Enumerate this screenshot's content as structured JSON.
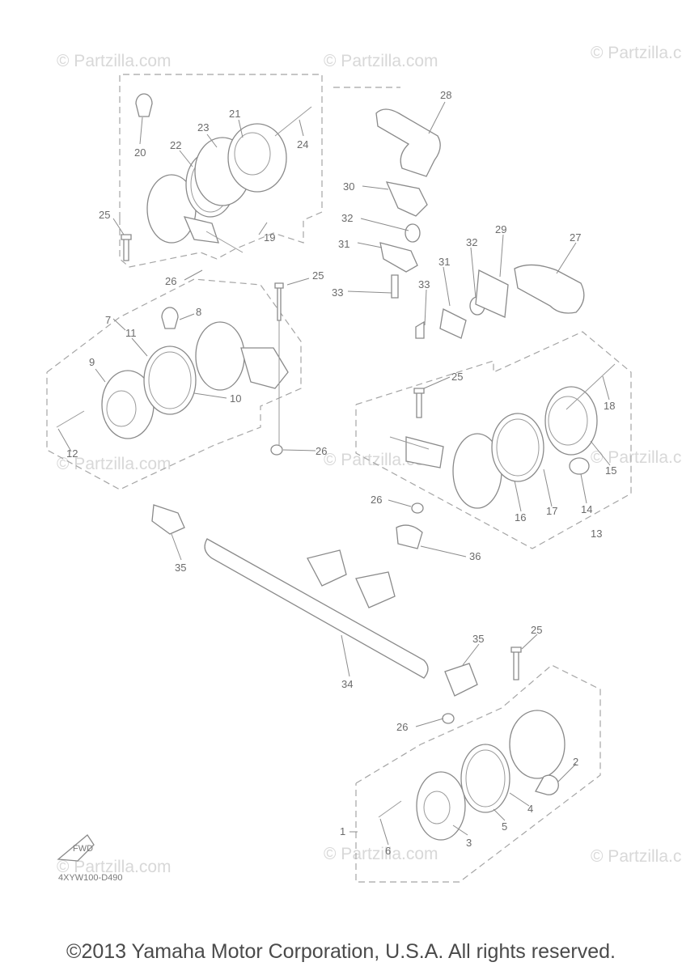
{
  "watermark": "© Partzilla.com",
  "diagram_code": "4XYW100-D490",
  "copyright": "©2013 Yamaha Motor Corporation, U.S.A. All rights reserved.",
  "fwd_label": "FWD",
  "callouts": [
    "1",
    "2",
    "3",
    "4",
    "5",
    "6",
    "7",
    "8",
    "9",
    "10",
    "11",
    "12",
    "13",
    "14",
    "15",
    "16",
    "17",
    "18",
    "19",
    "20",
    "21",
    "22",
    "23",
    "24",
    "25",
    "26",
    "27",
    "28",
    "29",
    "30",
    "31",
    "32",
    "33",
    "34",
    "35",
    "36"
  ]
}
